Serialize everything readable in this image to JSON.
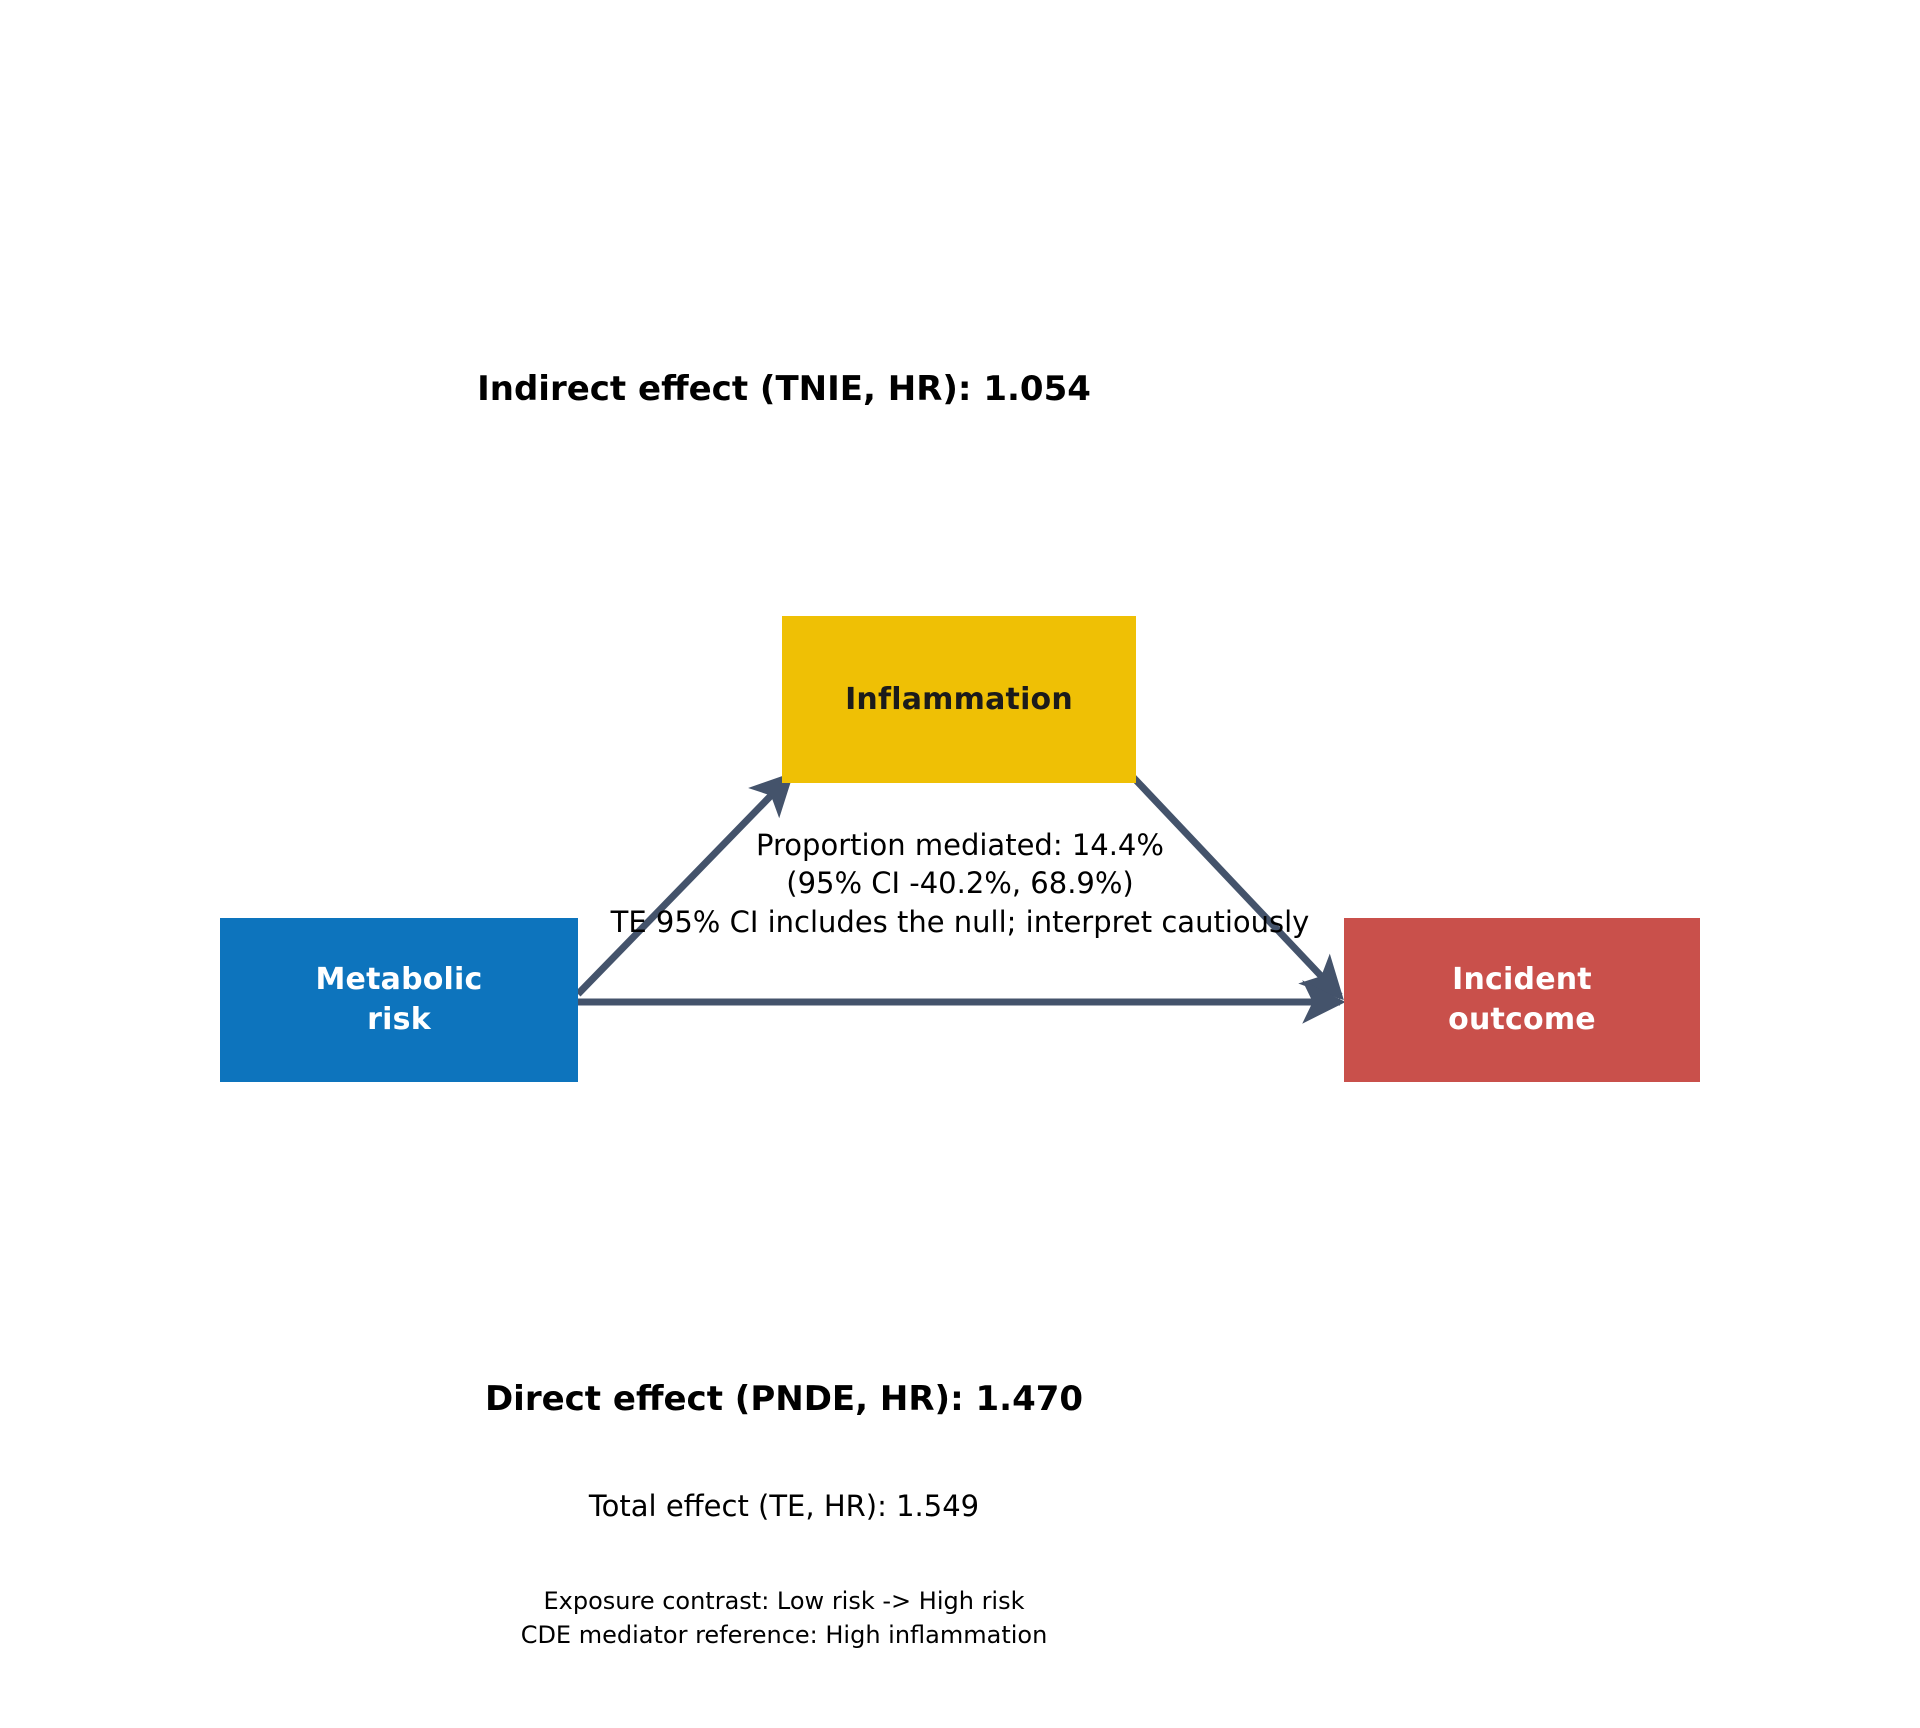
{
  "figure": {
    "type": "mediation-path-diagram",
    "background": "#ffffff",
    "arrow_color": "#44536b"
  },
  "titles": {
    "indirect_effect": "Indirect effect (TNIE, HR): 1.054",
    "direct_effect": "Direct effect (PNDE, HR): 1.470",
    "total_effect": "Total effect (TE, HR): 1.549"
  },
  "nodes": {
    "exposure": {
      "label": "Metabolic\nrisk",
      "color": "#0d74bd",
      "text_color": "#ffffff"
    },
    "mediator": {
      "label": "Inflammation",
      "color": "#efc005",
      "text_color": "#1b1b1b"
    },
    "outcome": {
      "label": "Incident\noutcome",
      "color": "#c9504b",
      "text_color": "#ffffff"
    }
  },
  "annotations": {
    "mediation_block": "Proportion mediated: 14.4%\n(95% CI -40.2%, 68.9%)\nTE 95% CI includes the null; interpret cautiously",
    "footnote_block": "Exposure contrast: Low risk -> High risk\nCDE mediator reference: High inflammation"
  },
  "chart_data": {
    "type": "diagram",
    "title": "Indirect effect (TNIE, HR): 1.054",
    "nodes": [
      {
        "id": "exposure",
        "label": "Metabolic risk",
        "color": "#0d74bd"
      },
      {
        "id": "mediator",
        "label": "Inflammation",
        "color": "#efc005"
      },
      {
        "id": "outcome",
        "label": "Incident outcome",
        "color": "#c9504b"
      }
    ],
    "edges": [
      {
        "from": "exposure",
        "to": "mediator",
        "style": "solid-arrow"
      },
      {
        "from": "mediator",
        "to": "outcome",
        "style": "solid-arrow"
      },
      {
        "from": "exposure",
        "to": "outcome",
        "style": "solid-arrow"
      }
    ],
    "estimates": {
      "TNIE_HR": 1.054,
      "PNDE_HR": 1.47,
      "TE_HR": 1.549,
      "proportion_mediated_pct": 14.4,
      "proportion_mediated_ci_pct": [
        -40.2,
        68.9
      ],
      "caution_note": "TE 95% CI includes the null; interpret cautiously",
      "exposure_contrast": "Low risk -> High risk",
      "cde_mediator_reference": "High inflammation"
    }
  }
}
